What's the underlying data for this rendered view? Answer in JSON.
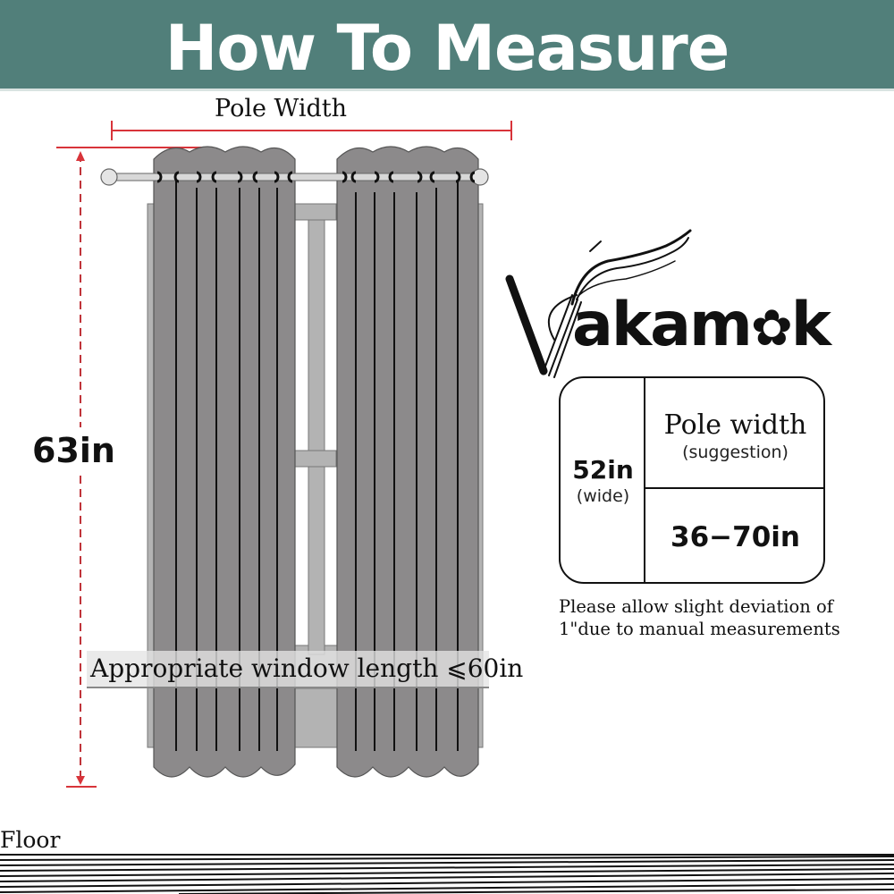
{
  "header": {
    "title": "How To Measure"
  },
  "colors": {
    "banner": "#517f7a",
    "measure_line": "#d8343a",
    "curtain": "#8c8a8b",
    "window_frame": "#b3b3b3"
  },
  "diagram": {
    "pole_width_label": "Pole Width",
    "curtain_height_label": "63in",
    "window_length_label": "Appropriate window length ⩽60in",
    "floor_label": "Floor",
    "curtain_panels": 2,
    "grommets_per_panel": 8
  },
  "brand": {
    "logo_initial": "V",
    "logo_rest": "akam",
    "logo_flower": "✿",
    "logo_end": "k",
    "name": "Vakamok"
  },
  "spec_box": {
    "size_value": "52in",
    "size_sub": "(wide)",
    "pole_title": "Pole width",
    "pole_sub": "(suggestion)",
    "pole_range": "36−70in"
  },
  "note": {
    "line1": "Please allow slight deviation of",
    "line2": "1\"due to manual measurements"
  }
}
